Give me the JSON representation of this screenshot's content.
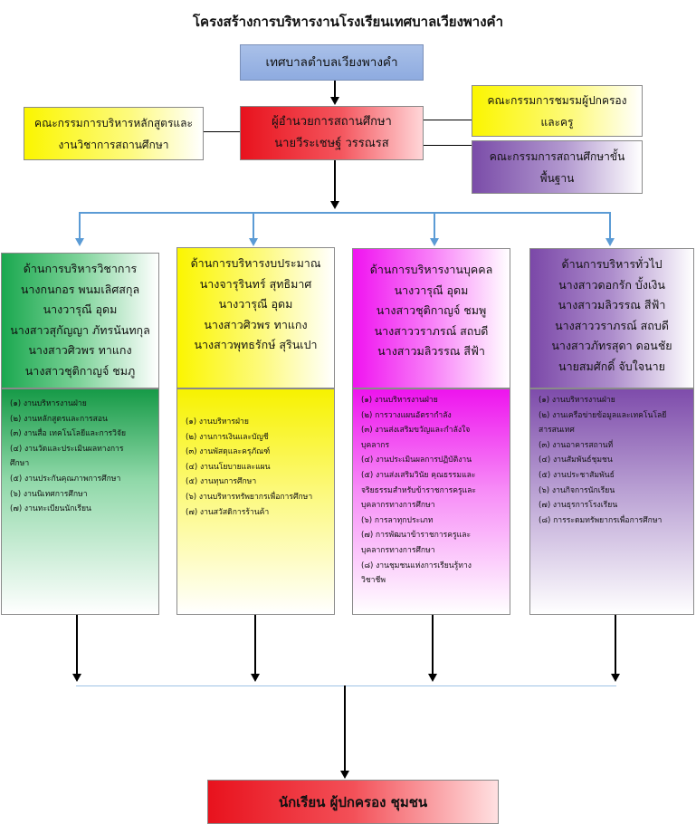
{
  "title": "โครงสร้างการบริหารงานโรงเรียนเทศบาลเวียงพางคำ",
  "top_box": "เทศบาลตำบลเวียงพางคำ",
  "director": {
    "role": "ผู้อำนวยการสถานศึกษา",
    "name": "นายวีระเชษฐ์  วรรณรส"
  },
  "left_committee": [
    "คณะกรรมการบริหารหลักสูตรและ",
    "งานวิชาการสถานศึกษา"
  ],
  "right_committee_1": [
    "คณะกรรมการชมรมผู้ปกครอง",
    "และครู"
  ],
  "right_committee_2": [
    "คณะกรรมการสถานศึกษาขั้น",
    "พื้นฐาน"
  ],
  "departments": [
    {
      "header": [
        "ด้านการบริหารวิชาการ",
        "นางกนกอร  พนมเลิศสกุล",
        "นางวารุณี  อุดม",
        "นางสาวสุกัญญา  ภัทรนันทกุล",
        "นางสาวศิวพร  ทาแกง",
        "นางสาวชุติกาญจ์  ชมภู"
      ],
      "tasks": [
        "(๑) งานบริหารงานฝ่าย",
        "(๒) งานหลักสูตรและการสอน",
        "(๓) งานสื่อ เทคโนโลยีและการวิจัย",
        "(๔) งานวัดและประเมินผลทางการ",
        "ศึกษา",
        "(๕) งานประกันคุณภาพการศึกษา",
        "(๖) งานนิเทศการศึกษา",
        "(๗) งานทะเบียนนักเรียน"
      ],
      "color_top": "#1aa84f",
      "color_bottom": "#ffffff"
    },
    {
      "header": [
        "ด้านการบริหารงบประมาณ",
        "นางจารุรินทร์  สุทธิมาศ",
        "นางวารุณี  อุดม",
        "นางสาวศิวพร  ทาแกง",
        "นางสาวพุทธรักษ์  สุรินเปา"
      ],
      "tasks": [
        "(๑) งานบริหารฝ่าย",
        "(๒) งานการเงินและบัญชี",
        "(๓) งานพัสดุและครุภัณฑ์",
        "(๔) งานนโยบายและแผน",
        "(๕) งานทุนการศึกษา",
        "(๖) งานบริหารทรัพยากรเพื่อการศึกษา",
        "(๗) งานสวัสดิการร้านค้า"
      ],
      "color_top": "#f8f200",
      "color_bottom": "#ffffff"
    },
    {
      "header": [
        "ด้านการบริหารงานบุคคล",
        "นางวารุณี  อุดม",
        "นางสาวชุติกาญจ์  ชมพู",
        "นางสาววราภรณ์  สถบดี",
        "นางสาวมลิวรรณ  สีฟ้า"
      ],
      "tasks": [
        "(๑) งานบริหารงานฝ่าย",
        "(๒) การวางแผนอัตรากำลัง",
        "(๓) งานส่งเสริมขวัญและกำลังใจ",
        "บุคลากร",
        "(๔) งานประเมินผลการปฏิบัติงาน",
        "(๕) งานส่งเสริมวินัย คุณธรรมและ",
        "จริยธรรมสำหรับข้าราชการครูและ",
        "บุคลากรทางการศึกษา",
        "(๖) การลาทุกประเภท",
        "(๗) การพัฒนาข้าราชการครูและ",
        "บุคลากรทางการศึกษา",
        "(๘) งานชุมชนแห่งการเรียนรู้ทาง",
        "วิชาชีพ"
      ],
      "color_top": "#f013f0",
      "color_bottom": "#ffffff"
    },
    {
      "header": [
        "ด้านการบริหารทั่วไป",
        "นางสาวดอกรัก  บั้งเงิน",
        "นางสาวมลิวรรณ  สีฟ้า",
        "นางสาววราภรณ์  สถบดี",
        "นางสาวภัทรสุดา  ดอนชัย",
        "นายสมศักดิ์  จับใจนาย"
      ],
      "tasks": [
        "(๑) งานบริหารงานฝ่าย",
        "(๒) งานเครือข่ายข้อมูลและเทคโนโลยี",
        "สารสนเทศ",
        "(๓) งานอาคารสถานที่",
        "(๔) งานสัมพันธ์ชุมชน",
        "(๕) งานประชาสัมพันธ์",
        "(๖) งานกิจการนักเรียน",
        "(๗) งานธุรการโรงเรียน",
        "(๘) การระดมทรัพยากรเพื่อการศึกษา"
      ],
      "color_top": "#7b48a8",
      "color_bottom": "#ffffff"
    }
  ],
  "bottom_box": "นักเรียน  ผู้ปกครอง  ชุมชน",
  "colors": {
    "top_box_fill": "#9ab4e3",
    "red": "#e8121d",
    "yellow": "#fbf600",
    "purple": "#7a4ca8",
    "connector_blue": "#5b9bd5"
  }
}
